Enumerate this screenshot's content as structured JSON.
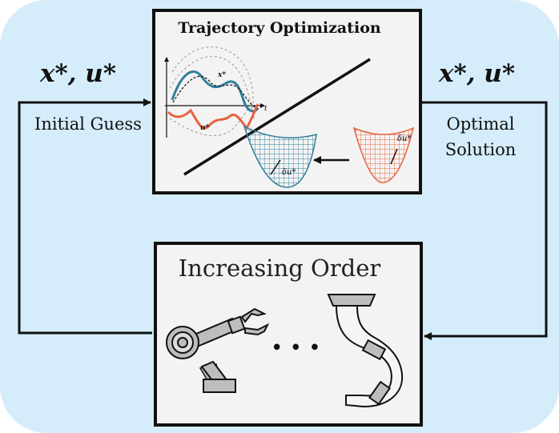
{
  "top_box": {
    "title": "Trajectory Optimization"
  },
  "bottom_box": {
    "title": "Increasing Order",
    "ellipsis": "• • •"
  },
  "left": {
    "math": "x*, u*",
    "label": "Initial Guess"
  },
  "right": {
    "math": "x*, u*",
    "label_line1": "Optimal",
    "label_line2": "Solution"
  },
  "plot": {
    "t_label": "t",
    "x_label": "x*",
    "u_label": "u*"
  },
  "surfaces": {
    "left_label": "δu*",
    "right_label": "δu*"
  },
  "colors": {
    "background": "#d5edfb",
    "teal": "#2f7e9a",
    "orange": "#e8623e",
    "robot_gray": "#bdbdbd"
  }
}
